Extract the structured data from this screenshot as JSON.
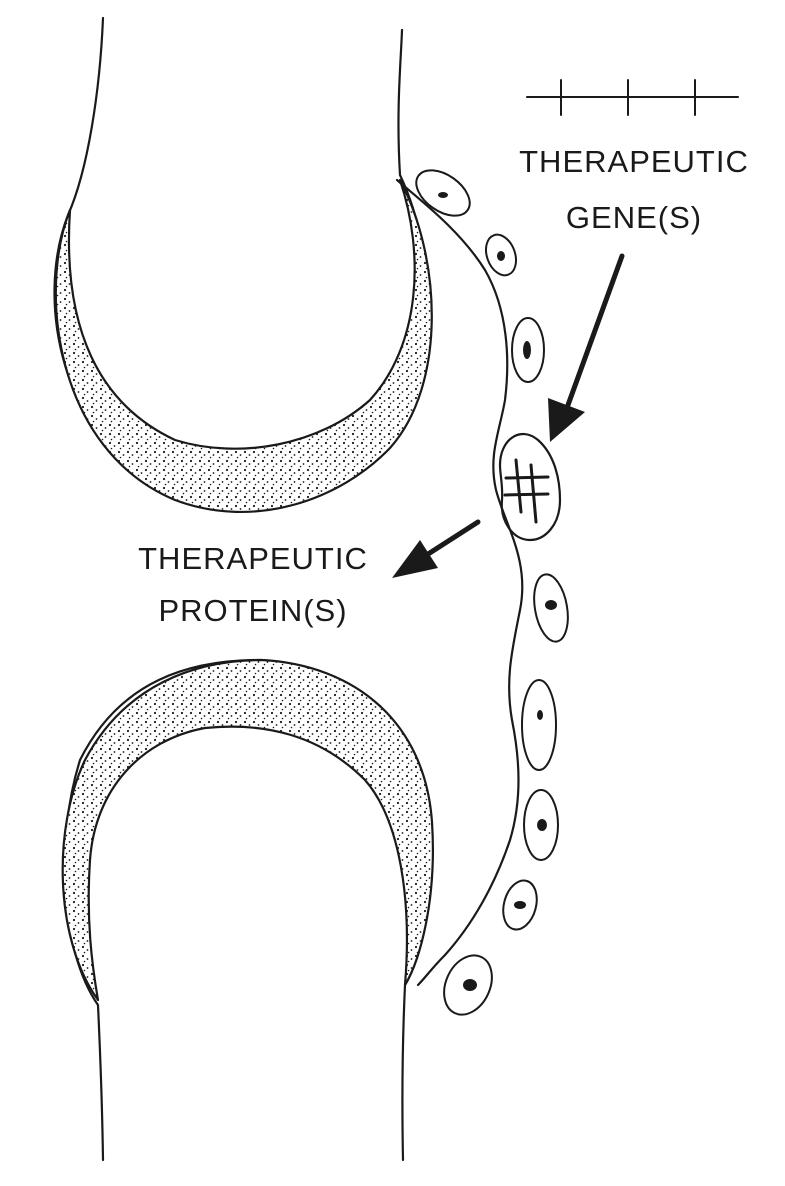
{
  "labels": {
    "gene_line1": "THERAPEUTIC",
    "gene_line2": "GENE(S)",
    "protein_line1": "THERAPEUTIC",
    "protein_line2": "PROTEIN(S)"
  },
  "colors": {
    "ink": "#1a1a1a",
    "background": "#ffffff"
  }
}
